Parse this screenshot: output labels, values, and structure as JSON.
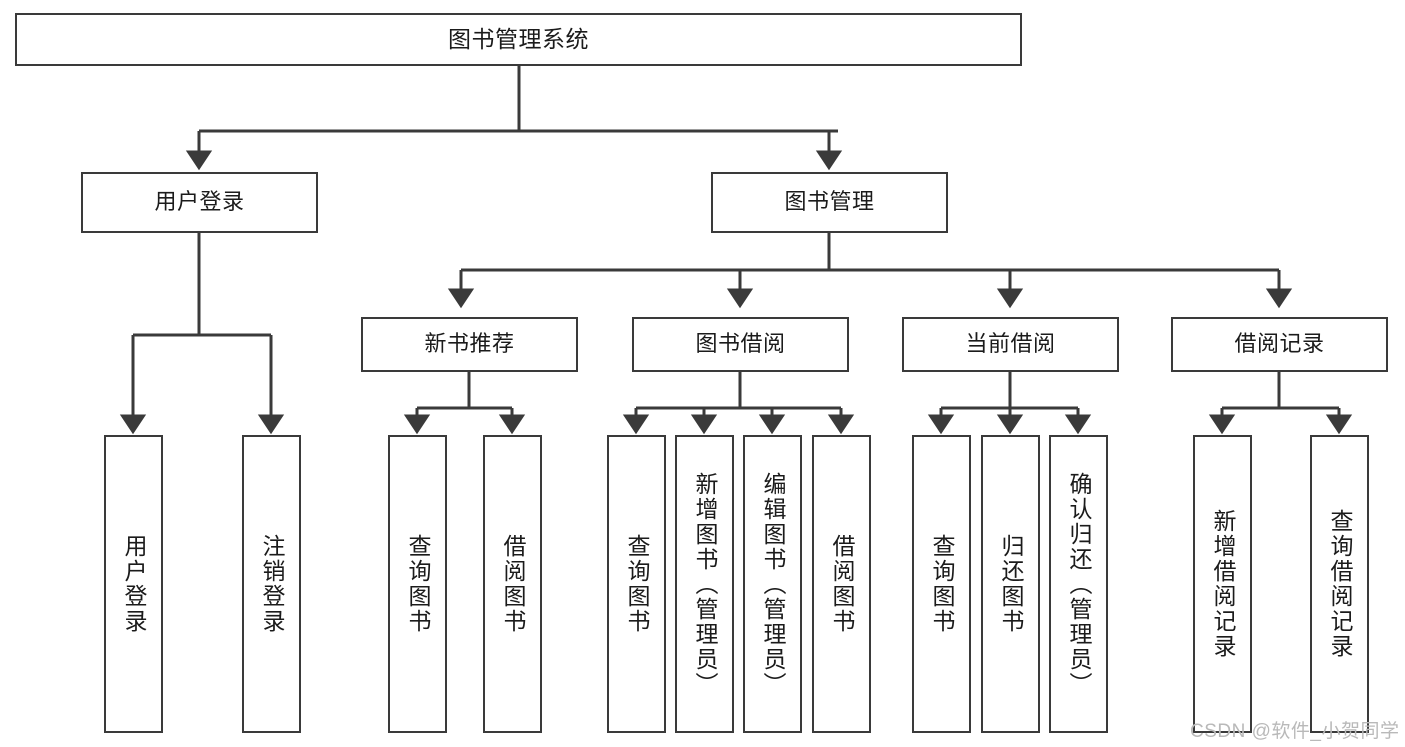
{
  "diagram": {
    "title": "图书管理系统",
    "watermark": "CSDN @软件_小贺同学",
    "colors": {
      "box_border": "#3a3a3a",
      "line": "#3a3a3a",
      "background": "#ffffff",
      "text": "#1b1b1b",
      "watermark": "#b9b9b9"
    }
  },
  "root": {
    "label": "图书管理系统"
  },
  "level2": [
    {
      "label": "用户登录"
    },
    {
      "label": "图书管理"
    }
  ],
  "level3": [
    {
      "label": "新书推荐"
    },
    {
      "label": "图书借阅"
    },
    {
      "label": "当前借阅"
    },
    {
      "label": "借阅记录"
    }
  ],
  "leaves": {
    "user_login": [
      {
        "label": "用户登录"
      },
      {
        "label": "注销登录"
      }
    ],
    "new_book_recommend": [
      {
        "label": "查询图书"
      },
      {
        "label": "借阅图书"
      }
    ],
    "book_borrow": [
      {
        "label": "查询图书"
      },
      {
        "label": "新增图书（管理员）"
      },
      {
        "label": "编辑图书（管理员）"
      },
      {
        "label": "借阅图书"
      }
    ],
    "current_borrow": [
      {
        "label": "查询图书"
      },
      {
        "label": "归还图书"
      },
      {
        "label": "确认归还（管理员）"
      }
    ],
    "borrow_record": [
      {
        "label": "新增借阅记录"
      },
      {
        "label": "查询借阅记录"
      }
    ]
  }
}
